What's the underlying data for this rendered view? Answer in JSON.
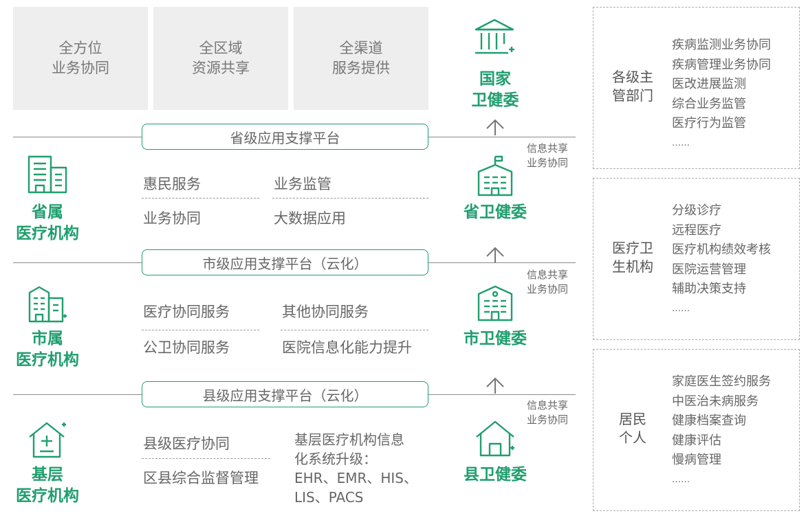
{
  "top_boxes": [
    {
      "line1": "全方位",
      "line2": "业务协同"
    },
    {
      "line1": "全区域",
      "line2": "资源共享"
    },
    {
      "line1": "全渠道",
      "line2": "服务提供"
    }
  ],
  "platforms": {
    "provincial": "省级应用支撑平台",
    "city": "市级应用支撑平台（云化）",
    "county": "县级应用支撑平台（云化）"
  },
  "institutions": {
    "provincial": {
      "line1": "省属",
      "line2": "医疗机构",
      "icon": "hospital-building-icon"
    },
    "city": {
      "line1": "市属",
      "line2": "医疗机构",
      "icon": "city-hospital-icon"
    },
    "grassroots": {
      "line1": "基层",
      "line2": "医疗机构",
      "icon": "clinic-house-icon"
    }
  },
  "provincial_services": {
    "a": "惠民服务",
    "b": "业务监管",
    "c": "业务协同",
    "d": "大数据应用"
  },
  "city_services": {
    "a": "医疗协同服务",
    "b": "其他协同服务",
    "c": "公卫协同服务",
    "d": "医院信息化能力提升"
  },
  "county_services": {
    "a": "县级医疗协同",
    "b": "区县综合监督管理",
    "upgrade_lines": [
      "基层医疗机构信息",
      "化系统升级：",
      "EHR、EMR、HIS、",
      "LIS、PACS"
    ]
  },
  "commissions": {
    "national": {
      "line1": "国家",
      "line2": "卫健委",
      "icon": "government-building-icon"
    },
    "provincial": {
      "label": "省卫健委",
      "icon": "flag-building-icon"
    },
    "city": {
      "label": "市卫健委",
      "icon": "city-building-icon"
    },
    "county": {
      "label": "县卫健委",
      "icon": "house-icon"
    }
  },
  "share_labels": {
    "line1": "信息共享",
    "line2": "业务协同"
  },
  "panels": [
    {
      "title_line1": "各级主",
      "title_line2": "管部门",
      "items": [
        "疾病监测业务协同",
        "疾病管理业务协同",
        "医改进展监测",
        "综合业务监管",
        "医疗行为监管",
        "……"
      ]
    },
    {
      "title_line1": "医疗卫",
      "title_line2": "生机构",
      "items": [
        "分级诊疗",
        "远程医疗",
        "医疗机构绩效考核",
        "医院运营管理",
        "辅助决策支持",
        "……"
      ]
    },
    {
      "title_line1": "居民",
      "title_line2": "个人",
      "items": [
        "家庭医生签约服务",
        "中医治未病服务",
        "健康档案查询",
        "健康评估",
        "慢病管理",
        "……"
      ]
    }
  ],
  "colors": {
    "accent": "#1f9e6e",
    "grey_box": "#eeeeee",
    "text": "#666666"
  }
}
